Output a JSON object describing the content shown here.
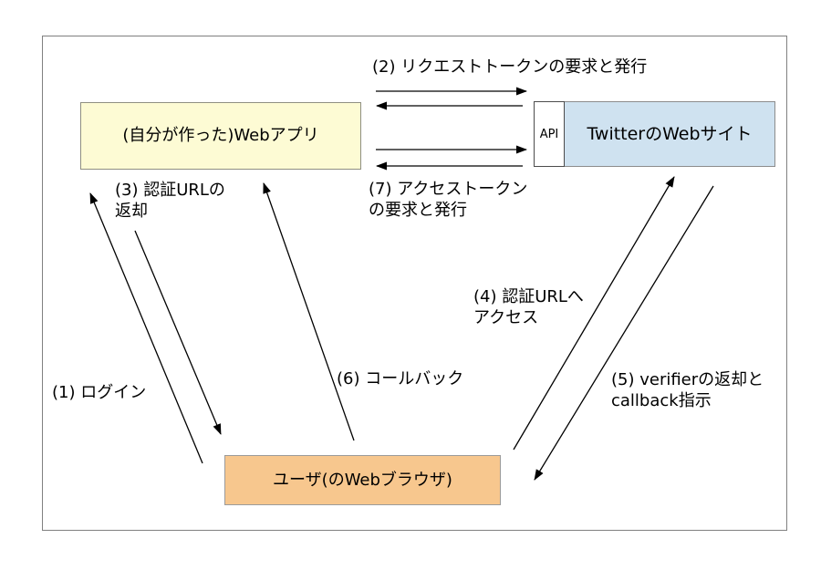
{
  "diagram": {
    "boxes": {
      "web_app": {
        "label": "(自分が作った)Webアプリ"
      },
      "api_badge": {
        "label": "API"
      },
      "twitter_site": {
        "label": "TwitterのWebサイト"
      },
      "user_browser": {
        "label": "ユーザ(のWebブラウザ)"
      }
    },
    "steps": {
      "step1": {
        "line1": "(1) ログイン"
      },
      "step2": {
        "line1": "(2) リクエストトークンの要求と発行"
      },
      "step3": {
        "line1": "(3) 認証URLの",
        "line2": "返却"
      },
      "step4": {
        "line1": "(4) 認証URLへ",
        "line2": "アクセス"
      },
      "step5": {
        "line1": "(5) verifierの返却と",
        "line2": "callback指示"
      },
      "step6": {
        "line1": "(6) コールバック"
      },
      "step7": {
        "line1": "(7) アクセストークン",
        "line2": "の要求と発行"
      }
    },
    "colors": {
      "web_app_fill": "#FDFBD4",
      "twitter_fill": "#CFE2F0",
      "user_fill": "#F7C78E",
      "api_fill": "#FFFFFF",
      "frame_border": "#808080",
      "arrow_color": "#000000"
    }
  }
}
